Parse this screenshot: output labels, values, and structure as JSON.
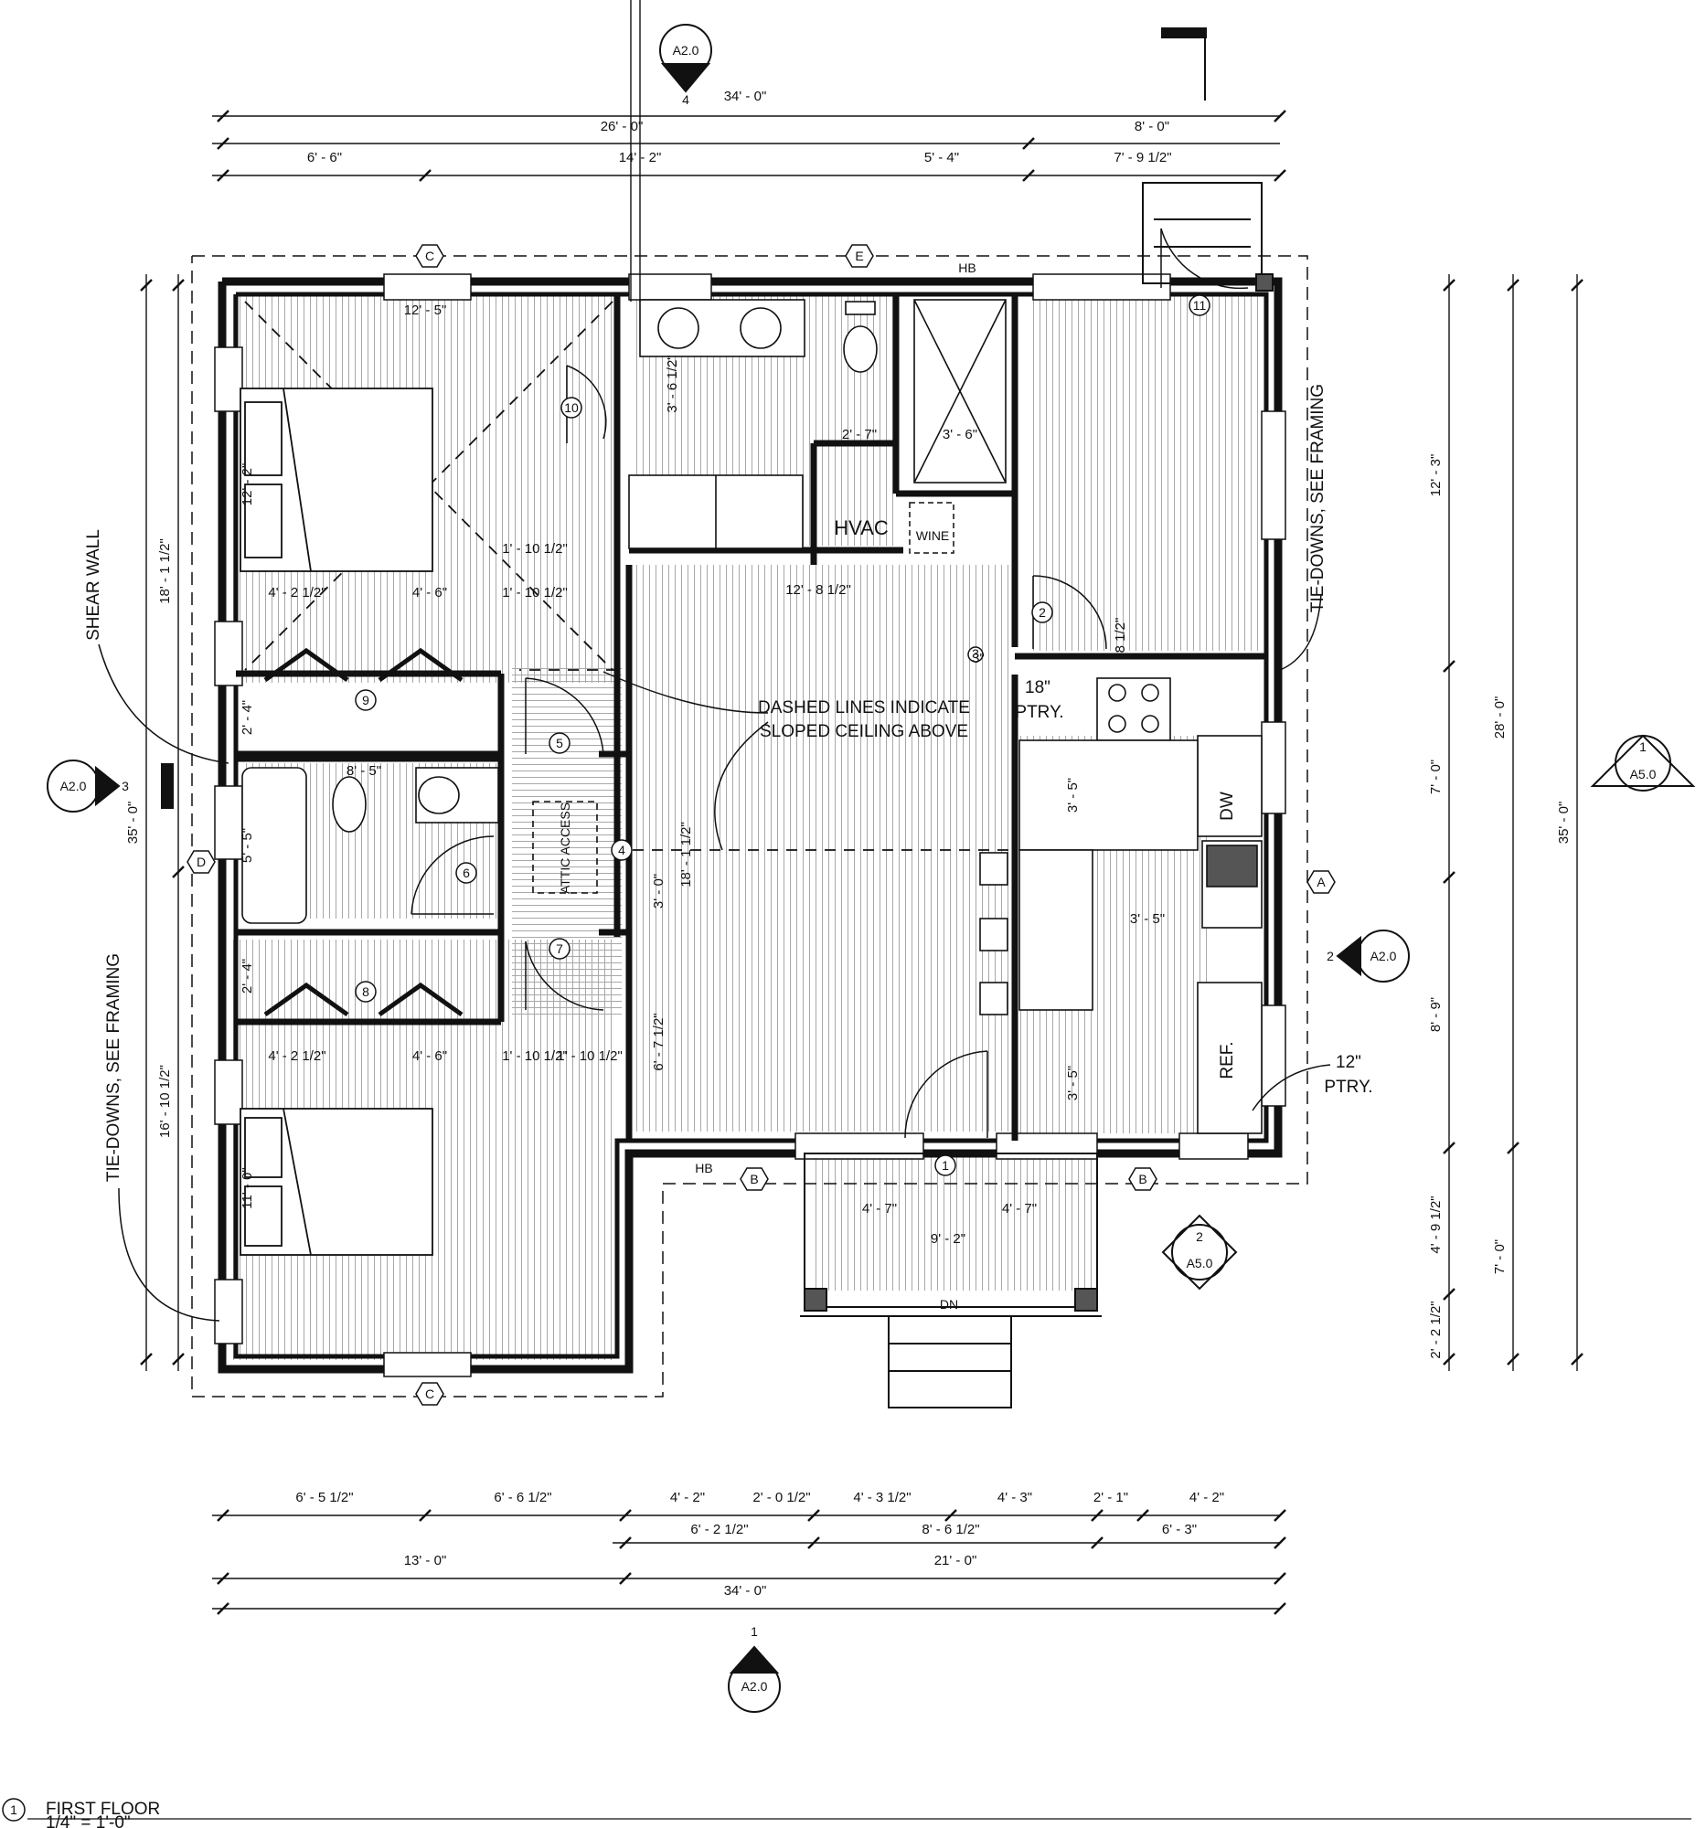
{
  "title": {
    "number": "1",
    "name": "FIRST FLOOR",
    "scale": "1/4\" = 1'-0\""
  },
  "dimensions_top": {
    "overall": "34' - 0\"",
    "left_block": "26' - 0\"",
    "right_block": "8' - 0\"",
    "seg1": "6' - 6\"",
    "seg2": "14' - 2\"",
    "seg3": "5' - 4\"",
    "seg4": "7' - 9 1/2\""
  },
  "dimensions_bottom": {
    "row1": [
      "6' - 5 1/2\"",
      "6' - 6 1/2\"",
      "4' - 2\"",
      "2' - 0 1/2\"",
      "4' - 3 1/2\"",
      "4' - 3\"",
      "2' - 1\"",
      "4' - 2\""
    ],
    "row2": [
      "6' - 2 1/2\"",
      "8' - 6 1/2\"",
      "6' - 3\""
    ],
    "row3": [
      "13' - 0\"",
      "21' - 0\""
    ],
    "overall": "34' - 0\""
  },
  "dimensions_left": {
    "overall": "35' - 0\"",
    "upper": "18' - 1 1/2\"",
    "lower": "16' - 10 1/2\""
  },
  "dimensions_right": {
    "overall": "35' - 0\"",
    "upper": "28' - 0\"",
    "lower": "7' - 0\"",
    "seg1": "12' - 3\"",
    "seg2": "7' - 0\"",
    "seg3": "8' - 9\"",
    "seg4": "4' - 9 1/2\"",
    "seg5": "2' - 2 1/2\""
  },
  "interior_dimensions": {
    "bed1_width": "12' - 5\"",
    "bed1_depth": "12' - 2\"",
    "closet1_a": "4' - 2 1/2\"",
    "closet1_b": "4' - 6\"",
    "hall_a": "1' - 10 1/2\"",
    "hall_b": "1' - 10 1/2\"",
    "closet1_depth": "2' - 4\"",
    "vanity_depth": "3' - 6 1/2\"",
    "shower_width": "3' - 6\"",
    "counter_width": "2' - 7\"",
    "great_room_width": "12' - 8 1/2\"",
    "pantry_gap": "8 1/2\"",
    "small_3": "3\"",
    "bath2_width": "5' - 5\"",
    "bath2_vanity": "8' - 5\"",
    "living_a": "18' - 1 1/2\"",
    "living_b": "3' - 0\"",
    "living_c": "6' - 7 1/2\"",
    "kitchen_a": "3' - 5\"",
    "kitchen_b": "3' - 5\"",
    "kitchen_c": "3' - 5\"",
    "closet2_depth": "2' - 4\"",
    "closet2_a": "4' - 2 1/2\"",
    "closet2_b": "4' - 6\"",
    "hall_c": "1' - 10 1/2\"",
    "hall_d": "1' - 10 1/2\"",
    "bed2_depth": "11' - 0\"",
    "porch_a": "4' - 7\"",
    "porch_b": "4' - 7\"",
    "porch_total": "9' - 2\""
  },
  "room_labels": {
    "hvac": "HVAC",
    "wine": "WINE",
    "attic": "ATTIC ACCESS",
    "dw": "DW",
    "ref": "REF.",
    "pantry_18": "18\"",
    "pantry_18_b": "PTRY.",
    "pantry_12": "12\"",
    "pantry_12_b": "PTRY.",
    "dn": "DN",
    "hb_top": "HB",
    "hb_bottom": "HB"
  },
  "notes": {
    "sloped_1": "DASHED LINES INDICATE",
    "sloped_2": "SLOPED CEILING ABOVE",
    "shear_wall": "SHEAR WALL",
    "tiedowns_left": "TIE-DOWNS, SEE FRAMING",
    "tiedowns_right": "TIE-DOWNS, SEE FRAMING"
  },
  "door_tags": [
    "1",
    "2",
    "3",
    "4",
    "5",
    "6",
    "7",
    "8",
    "9",
    "10",
    "11"
  ],
  "grid_tags": {
    "c_top": "C",
    "e_top": "E",
    "c_bottom": "C",
    "b_left": "B",
    "b_right": "B",
    "d_left": "D",
    "a_right": "A"
  },
  "section_markers": {
    "top": {
      "sheet": "A2.0",
      "num": "4"
    },
    "left": {
      "sheet": "A2.0",
      "num": "3"
    },
    "right": {
      "sheet": "A2.0",
      "num": "2"
    },
    "bottom": {
      "sheet": "A2.0",
      "num": "1"
    },
    "detail_right": {
      "sheet": "A5.0",
      "num": "1"
    },
    "detail_porch": {
      "sheet": "A5.0",
      "num": "2"
    }
  },
  "colors": {
    "ink": "#111111",
    "hatch": "#9a9a9a",
    "paper": "#ffffff"
  }
}
